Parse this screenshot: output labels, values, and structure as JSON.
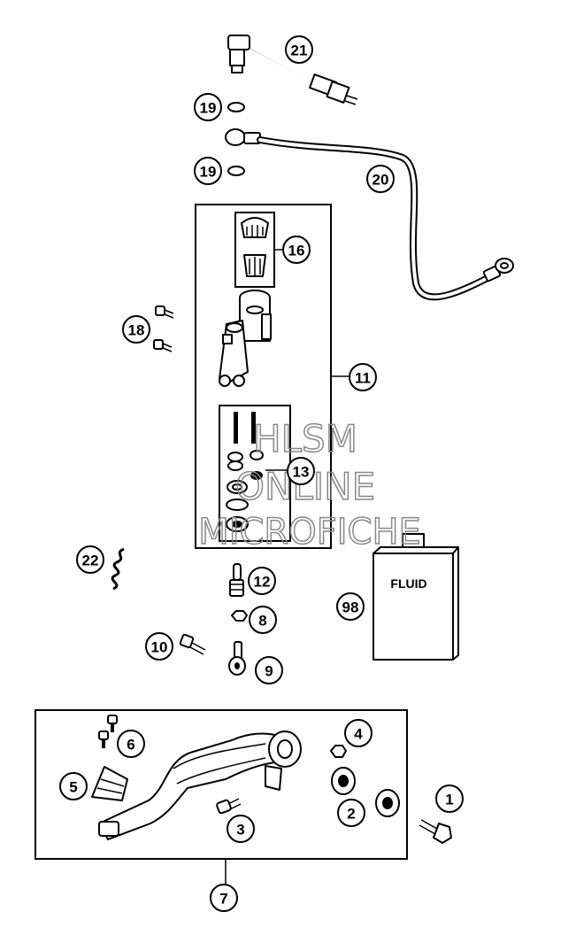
{
  "callouts": [
    {
      "id": "21",
      "label": "21"
    },
    {
      "id": "19a",
      "label": "19"
    },
    {
      "id": "19b",
      "label": "19"
    },
    {
      "id": "20",
      "label": "20"
    },
    {
      "id": "16",
      "label": "16"
    },
    {
      "id": "18",
      "label": "18"
    },
    {
      "id": "11",
      "label": "11"
    },
    {
      "id": "13",
      "label": "13"
    },
    {
      "id": "22",
      "label": "22"
    },
    {
      "id": "12",
      "label": "12"
    },
    {
      "id": "98",
      "label": "98"
    },
    {
      "id": "8",
      "label": "8"
    },
    {
      "id": "10",
      "label": "10"
    },
    {
      "id": "9",
      "label": "9"
    },
    {
      "id": "4",
      "label": "4"
    },
    {
      "id": "6",
      "label": "6"
    },
    {
      "id": "5",
      "label": "5"
    },
    {
      "id": "2",
      "label": "2"
    },
    {
      "id": "1",
      "label": "1"
    },
    {
      "id": "3",
      "label": "3"
    },
    {
      "id": "7",
      "label": "7"
    }
  ],
  "fluid_label": "FLUID",
  "watermark": {
    "line1": "HLSM",
    "line2": "ONLINE",
    "line3": "MICROFICHE"
  }
}
